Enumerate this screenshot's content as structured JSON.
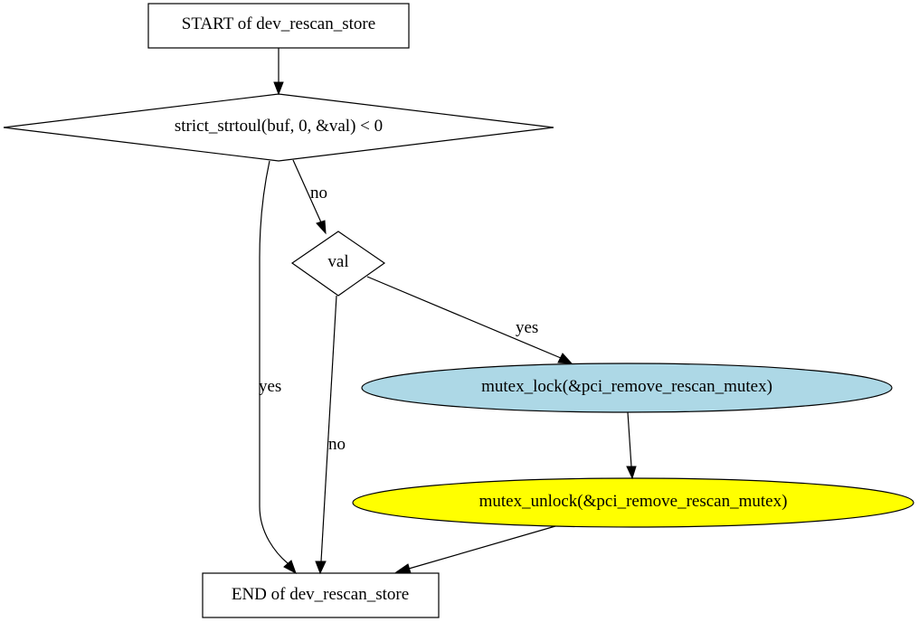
{
  "nodes": {
    "start": {
      "label": "START of dev_rescan_store",
      "fill": "#ffffff"
    },
    "check_strtoul": {
      "label": "strict_strtoul(buf, 0, &val) < 0",
      "fill": "#ffffff"
    },
    "check_val": {
      "label": "val",
      "fill": "#ffffff"
    },
    "mutex_lock": {
      "label": "mutex_lock(&pci_remove_rescan_mutex)",
      "fill": "#add8e6"
    },
    "mutex_unlock": {
      "label": "mutex_unlock(&pci_remove_rescan_mutex)",
      "fill": "#ffff00"
    },
    "end": {
      "label": "END of dev_rescan_store",
      "fill": "#ffffff"
    }
  },
  "edges": {
    "strtoul_no": {
      "label": "no"
    },
    "strtoul_yes": {
      "label": "yes"
    },
    "val_yes": {
      "label": "yes"
    },
    "val_no": {
      "label": "no"
    }
  }
}
